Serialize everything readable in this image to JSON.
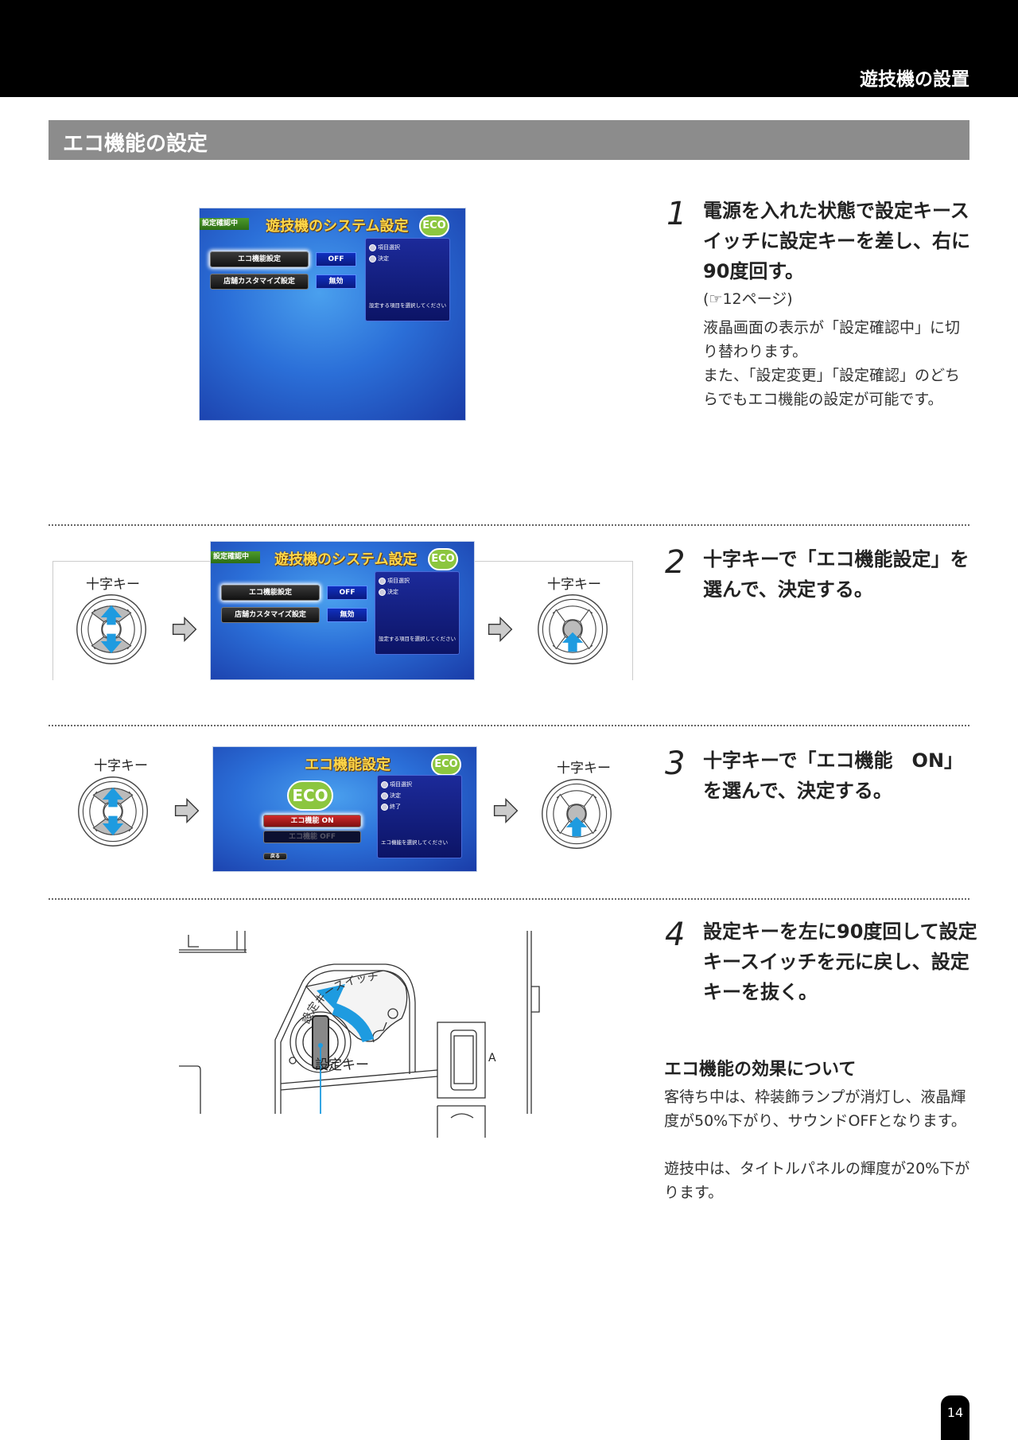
{
  "header": {
    "chapter": "遊技機の設置"
  },
  "section": {
    "title": "エコ機能の設定"
  },
  "screens": {
    "system": {
      "tag": "設定確認中",
      "title": "遊技機のシステム設定",
      "eco": "ECO",
      "items": [
        {
          "label": "エコ機能設定",
          "value": "OFF"
        },
        {
          "label": "店舗カスタマイズ設定",
          "value": "無効"
        }
      ],
      "panel": [
        "項目選択",
        "決定"
      ],
      "message": "設定する項目を選択してください"
    },
    "eco": {
      "title": "エコ機能設定",
      "eco": "ECO",
      "on": "エコ機能 ON",
      "off": "エコ機能 OFF",
      "back": "戻る",
      "panel": [
        "項目選択",
        "決定",
        "終了"
      ],
      "message": "エコ機能を選択してください"
    }
  },
  "crosskey_label": "十字キー",
  "diagram": {
    "key_label": "設定キー",
    "switch_label": "設定キースイッチ",
    "a_label": "A"
  },
  "steps": [
    {
      "num": "1",
      "head": "電源を入れた状態で設定キースイッチに設定キーを差し、右に90度回す。",
      "ref": "(☞12ページ)",
      "body": [
        "液晶画面の表示が「設定確認中」に切り替わります。",
        "また、「設定変更」「設定確認」のどちらでもエコ機能の設定が可能です。"
      ]
    },
    {
      "num": "2",
      "head": "十字キーで「エコ機能設定」を選んで、決定する。"
    },
    {
      "num": "3",
      "head": "十字キーで「エコ機能　ON」を選んで、決定する。"
    },
    {
      "num": "4",
      "head": "設定キーを左に90度回して設定キースイッチを元に戻し、設定キーを抜く。"
    }
  ],
  "effects": {
    "title": "エコ機能の効果について",
    "body": [
      "客待ち中は、枠装飾ランプが消灯し、液晶輝度が50%下がり、サウンドOFFとなります。",
      "遊技中は、タイトルパネルの輝度が20%下がります。"
    ]
  },
  "page_number": "14",
  "colors": {
    "accent_blue": "#1e9be0",
    "header": "#000000",
    "section_bar": "#8c8c8c"
  }
}
